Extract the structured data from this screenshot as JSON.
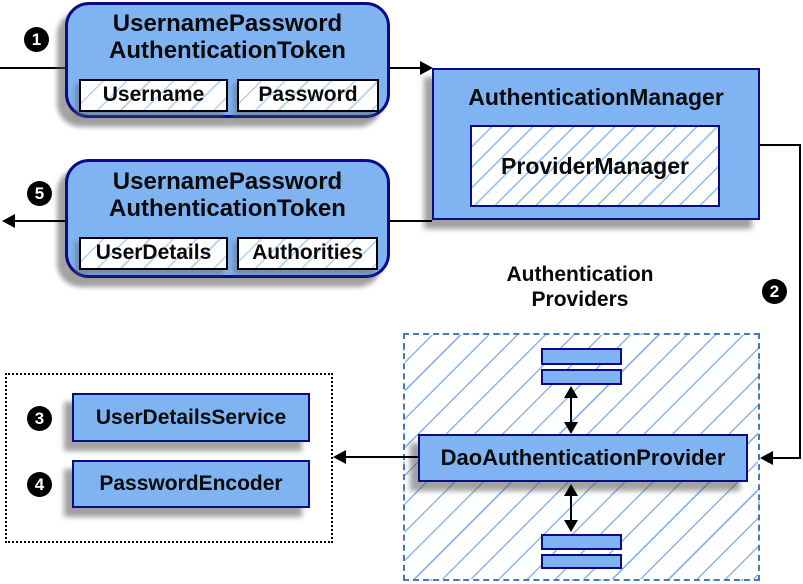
{
  "badges": {
    "step1": "1",
    "step2": "2",
    "step3": "3",
    "step4": "4",
    "step5": "5"
  },
  "request_token": {
    "title_line1": "UsernamePassword",
    "title_line2": "AuthenticationToken",
    "fields": [
      "Username",
      "Password"
    ]
  },
  "authentication_manager": {
    "title": "AuthenticationManager",
    "provider": "ProviderManager"
  },
  "result_token": {
    "title_line1": "UsernamePassword",
    "title_line2": "AuthenticationToken",
    "fields": [
      "UserDetails",
      "Authorities"
    ]
  },
  "providers": {
    "heading_line1": "Authentication",
    "heading_line2": "Providers",
    "dao": "DaoAuthenticationProvider"
  },
  "services": {
    "user_details_service": "UserDetailsService",
    "password_encoder": "PasswordEncoder"
  },
  "colors": {
    "box_fill": "#7fb3f2",
    "box_border": "#0b0b86",
    "hatch_line": "#9cc6f0",
    "dashed_border": "#4878b0",
    "dotted_border": "#000000",
    "connector": "#000000",
    "badge_bg": "#000000",
    "badge_text": "#ffffff",
    "shadow": "#8c8c8c"
  }
}
